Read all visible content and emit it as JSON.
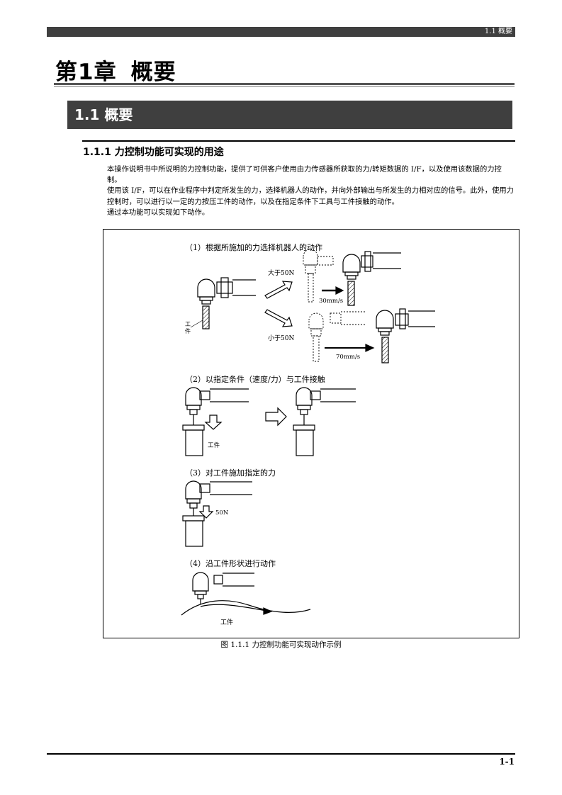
{
  "header": {
    "running_title": "1.1 概要"
  },
  "chapter": {
    "number": "第1章",
    "title": "概要"
  },
  "section": {
    "title": "1.1  概要"
  },
  "subsection": {
    "title": "1.1.1  力控制功能可实现的用途"
  },
  "body": {
    "paragraphs": [
      "本操作说明书中所说明的力控制功能，提供了可供客户使用由力传感器所获取的力/转矩数据的 I/F，以及使用该数据的力控制。",
      "使用该 I/F，可以在作业程序中判定所发生的力，选择机器人的动作，并向外部输出与所发生的力相对应的信号。此外，使用力控制时，可以进行以一定的力按压工件的动作，以及在指定条件下工具与工件接触的动作。",
      "通过本功能可以实现如下动作。"
    ]
  },
  "figure": {
    "items": [
      {
        "label": "（1）根据所施加的力选择机器人的动作",
        "workpiece": "工件",
        "above": "大于50N",
        "below": "小于50N",
        "speed_fast": "30mm/s",
        "speed_slow": "70mm/s"
      },
      {
        "label": "（2）以指定条件（速度/力）与工件接触",
        "workpiece": "工件"
      },
      {
        "label": "（3）对工件施加指定的力",
        "force": "50N"
      },
      {
        "label": "（4）沿工件形状进行动作",
        "workpiece": "工件"
      }
    ],
    "caption": "图 1.1.1   力控制功能可实现动作示例"
  },
  "footer": {
    "page": "1-1"
  }
}
